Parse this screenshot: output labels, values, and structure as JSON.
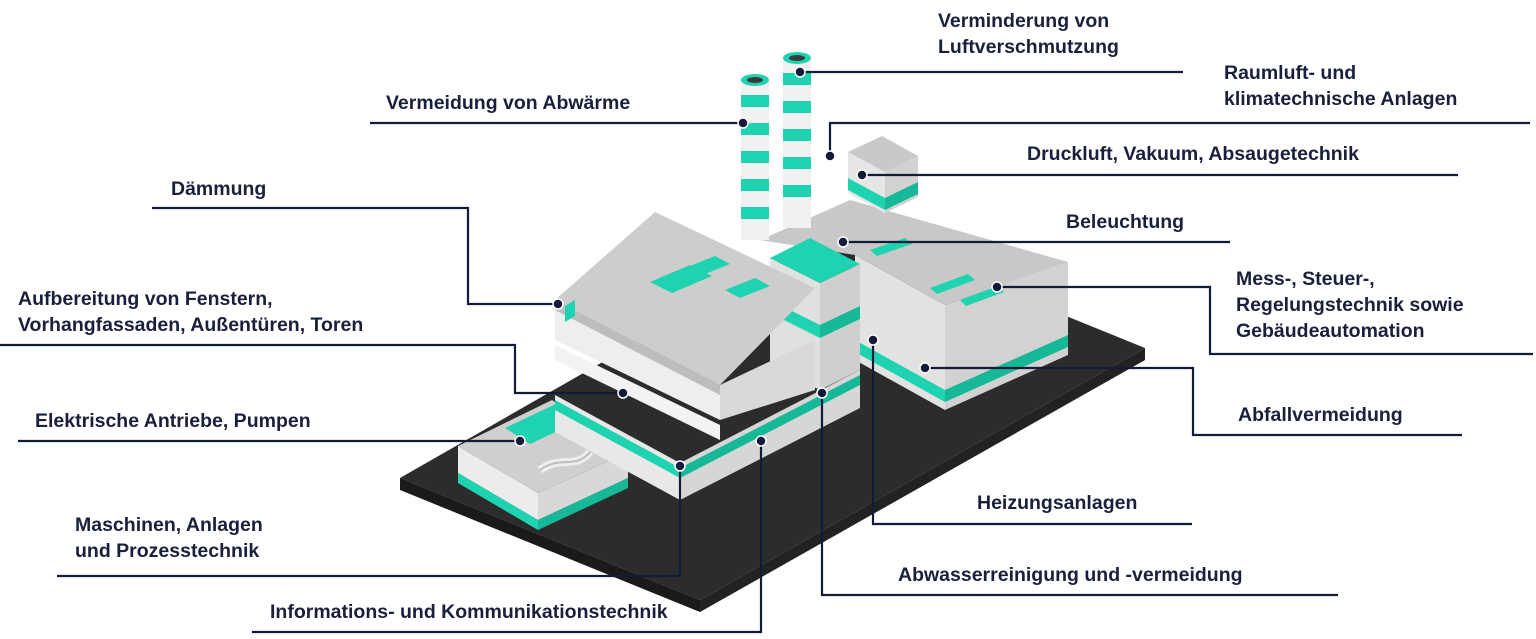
{
  "colors": {
    "accent": "#20d3b0",
    "line": "#131a3a",
    "text": "#1a1f3c",
    "ground": "#2c2c2c",
    "wall": "#e4e4e4",
    "roof": "#c9c9c9"
  },
  "labels": {
    "luft_1": "Verminderung von",
    "luft_2": "Luftverschmutzung",
    "raum_1": "Raumluft- und",
    "raum_2": "klimatechnische Anlagen",
    "abwaerme": "Vermeidung von Abwärme",
    "druck": "Druckluft, Vakuum, Absaugetechnik",
    "daemmung": "Dämmung",
    "beleuchtung": "Beleuchtung",
    "mess_1": "Mess-, Steuer-,",
    "mess_2": "Regelungstechnik sowie",
    "mess_3": "Gebäudeautomation",
    "fenster_1": "Aufbereitung von Fenstern,",
    "fenster_2": "Vorhangfassaden, Außentüren, Toren",
    "abfall": "Abfallvermeidung",
    "antriebe": "Elektrische Antriebe, Pumpen",
    "heizung": "Heizungsanlagen",
    "maschinen_1": "Maschinen, Anlagen",
    "maschinen_2": "und Prozesstechnik",
    "abwasser": "Abwasserreinigung und -vermeidung",
    "ikt": "Informations- und Kommunikationstechnik"
  }
}
